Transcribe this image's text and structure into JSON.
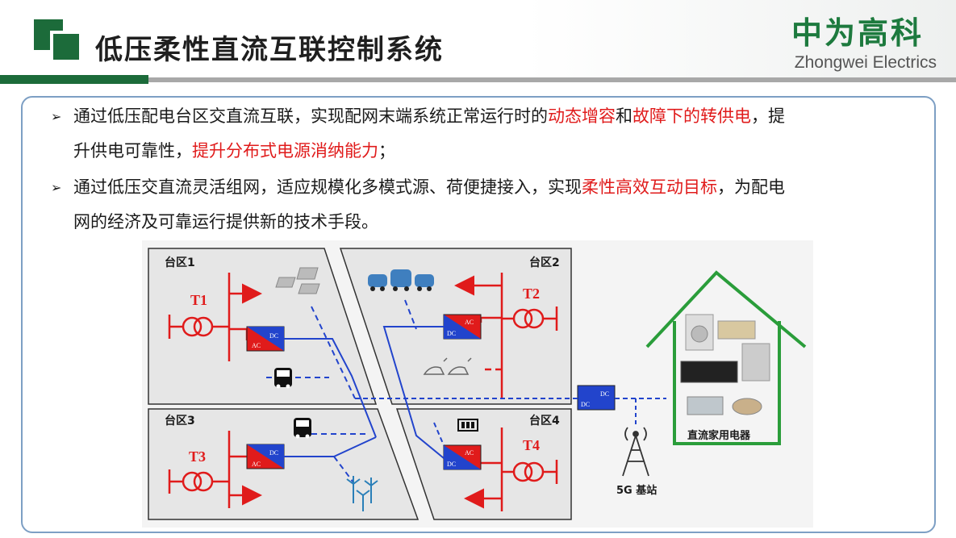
{
  "header": {
    "title": "低压柔性直流互联控制系统",
    "brand_cn": "中为高科",
    "brand_en": "Zhongwei Electrics"
  },
  "bullets": [
    {
      "line1": [
        "通过低压配电台区交直流互联，实现配网末端系统正常运行时的",
        "动态增容",
        "和",
        "故障下的转供电",
        "，提"
      ],
      "line2": [
        "升供电可靠性，",
        "提升分布式电源消纳能力",
        "；"
      ]
    },
    {
      "line1": [
        "通过低压交直流灵活组网，适应规模化多模式源、荷便捷接入，实现",
        "柔性高效互动目标",
        "，为配电"
      ],
      "line2": [
        "网的经济及可靠运行提供新的技术手段。"
      ]
    }
  ],
  "diagram": {
    "zones": [
      "台区1",
      "台区2",
      "台区3",
      "台区4"
    ],
    "transformers": [
      "T1",
      "T2",
      "T3",
      "T4"
    ],
    "converter_ac": "AC",
    "converter_dc": "DC",
    "house_label": "直流家用电器",
    "base_station_label": "5G 基站",
    "colors": {
      "red": "#e01b1b",
      "blue": "#2244cc",
      "green": "#2a9d3a",
      "zone_fill": "#e6e6e6"
    }
  }
}
